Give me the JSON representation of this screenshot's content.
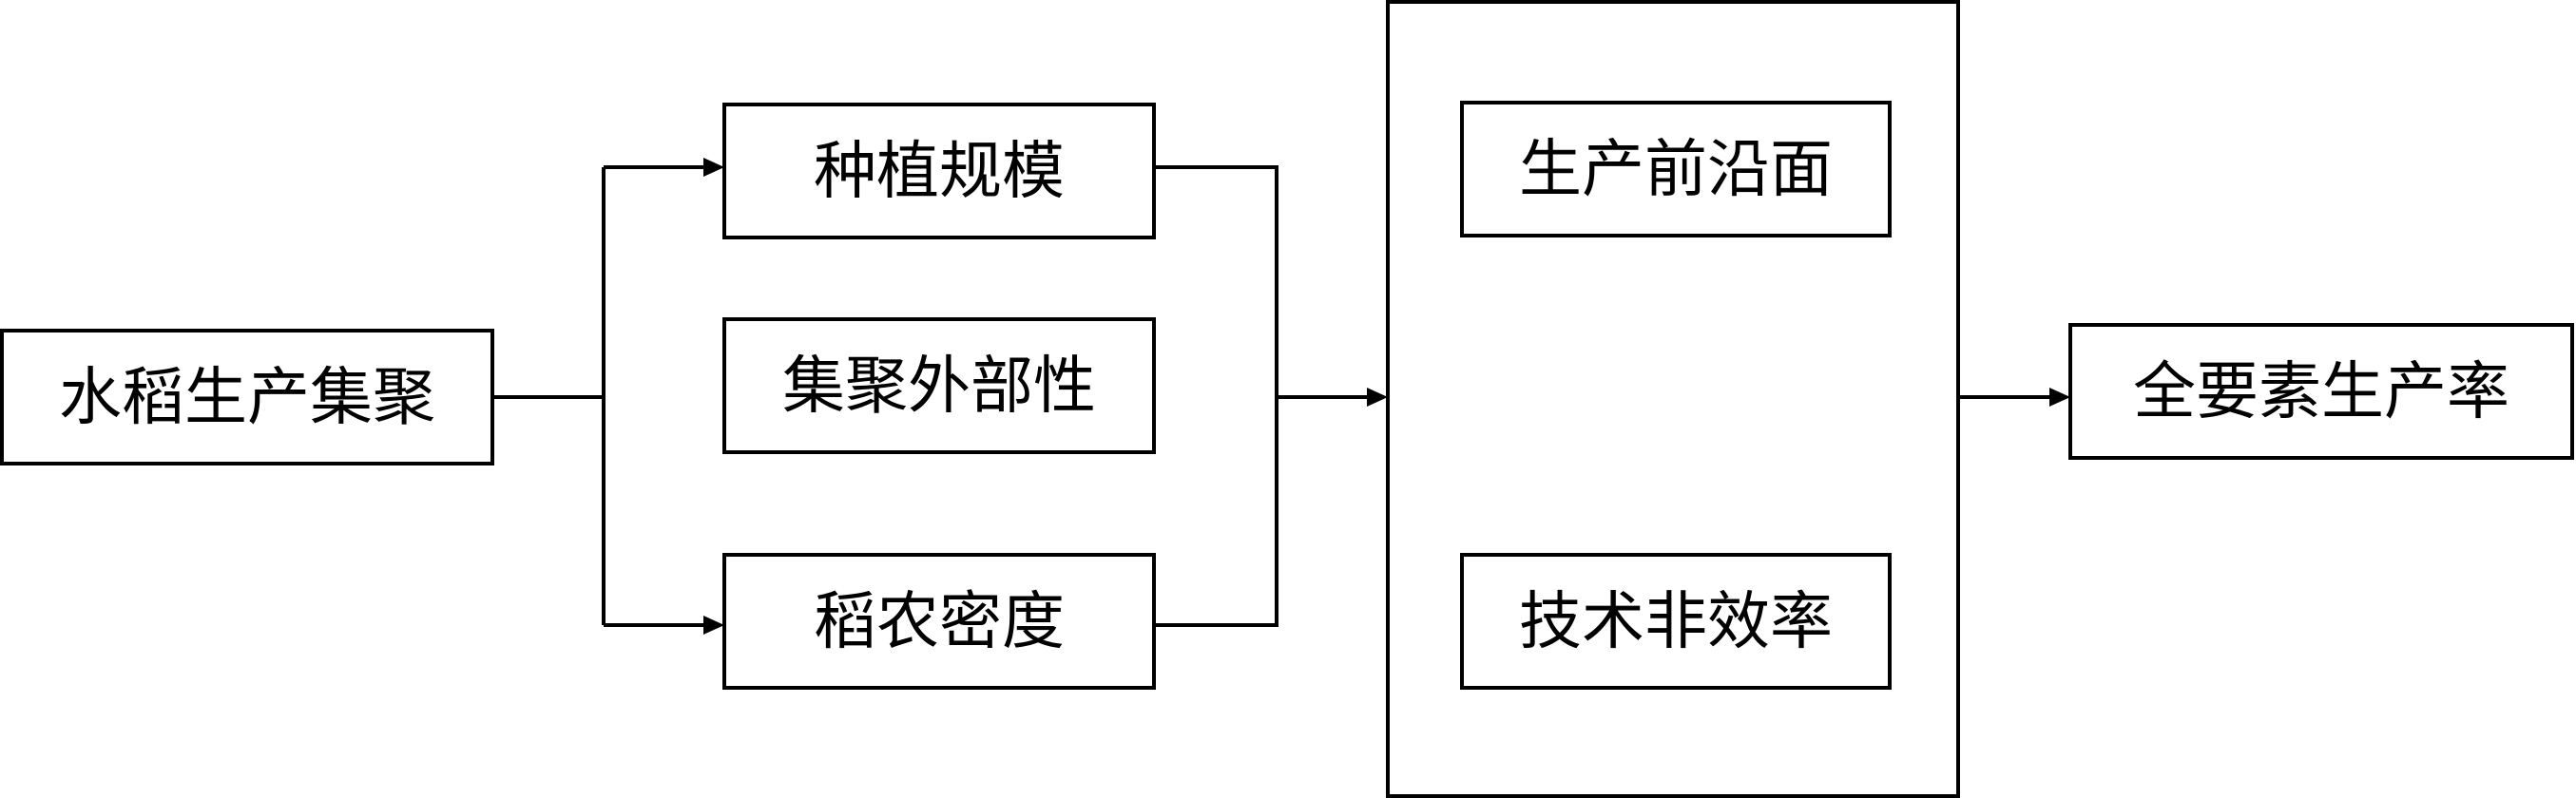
{
  "nodes": {
    "source": "水稻生产集聚",
    "planting_scale": "种植规模",
    "agglomeration_externality": "集聚外部性",
    "farmer_density": "稻农密度",
    "production_frontier": "生产前沿面",
    "technical_inefficiency": "技术非效率",
    "outcome": "全要素生产率"
  },
  "edges": [
    {
      "from": "source",
      "to": "planting_scale"
    },
    {
      "from": "source",
      "to": "farmer_density"
    },
    {
      "from": "planting_scale",
      "to": "mediator_group"
    },
    {
      "from": "farmer_density",
      "to": "mediator_group"
    },
    {
      "from": "mediator_group",
      "to": "outcome"
    }
  ],
  "colors": {
    "line": "#000000",
    "background": "#ffffff"
  }
}
